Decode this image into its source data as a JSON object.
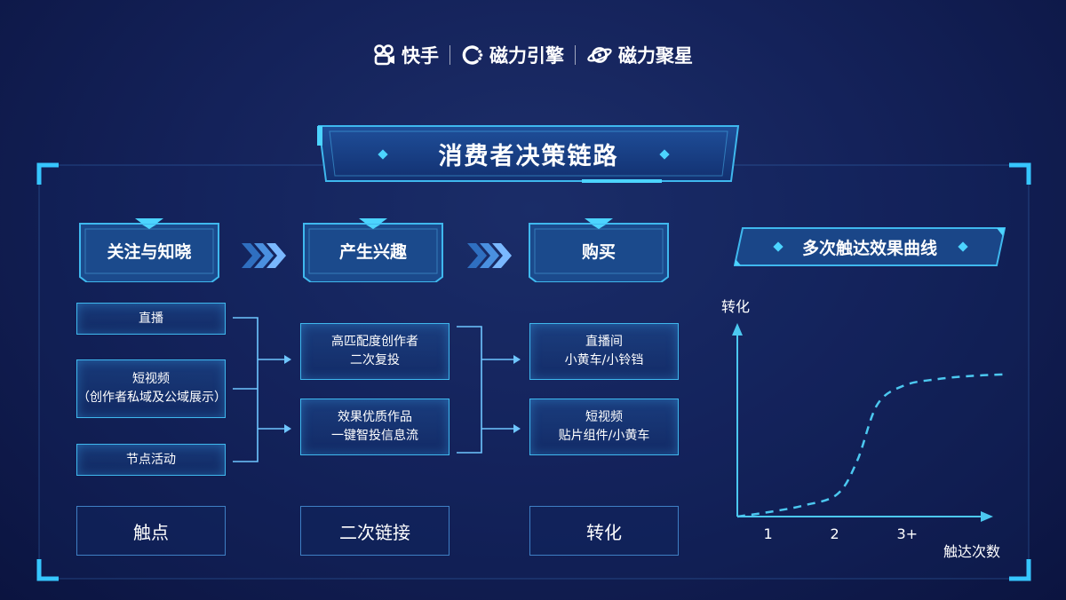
{
  "header": {
    "logos": [
      {
        "icon": "kuaishou-logo-icon",
        "text": "快手"
      },
      {
        "icon": "cili-engine-logo-icon",
        "text": "磁力引擎"
      },
      {
        "icon": "cili-star-logo-icon",
        "text": "磁力聚星"
      }
    ]
  },
  "title": "消费者决策链路",
  "stages": [
    {
      "label": "关注与知晓"
    },
    {
      "label": "产生兴趣"
    },
    {
      "label": "购买"
    }
  ],
  "column1": {
    "items": [
      {
        "lines": [
          "直播"
        ]
      },
      {
        "lines": [
          "短视频",
          "（创作者私域及公域展示）"
        ]
      },
      {
        "lines": [
          "节点活动"
        ]
      }
    ],
    "footer": "触点"
  },
  "column2": {
    "items": [
      {
        "lines": [
          "高匹配度创作者",
          "二次复投"
        ]
      },
      {
        "lines": [
          "效果优质作品",
          "一键智投信息流"
        ]
      }
    ],
    "footer": "二次链接"
  },
  "column3": {
    "items": [
      {
        "lines": [
          "直播间",
          "小黄车/小铃铛"
        ]
      },
      {
        "lines": [
          "短视频",
          "贴片组件/小黄车"
        ]
      }
    ],
    "footer": "转化"
  },
  "chart_data": {
    "type": "line",
    "title": "多次触达效果曲线",
    "ylabel": "转化",
    "xlabel": "触达次数",
    "categories": [
      "1",
      "2",
      "3+"
    ],
    "x": [
      0.5,
      1,
      1.5,
      2,
      2.3,
      2.6,
      3,
      3.5,
      4,
      4.5
    ],
    "values": [
      0,
      0.03,
      0.07,
      0.14,
      0.35,
      0.7,
      0.82,
      0.86,
      0.88,
      0.89
    ],
    "ylim": [
      0,
      1
    ],
    "style": "dashed",
    "color": "#4cc8f0"
  },
  "colors": {
    "accent": "#36c6ff",
    "background": "#14225a",
    "box_border": "#3fb8ee"
  }
}
